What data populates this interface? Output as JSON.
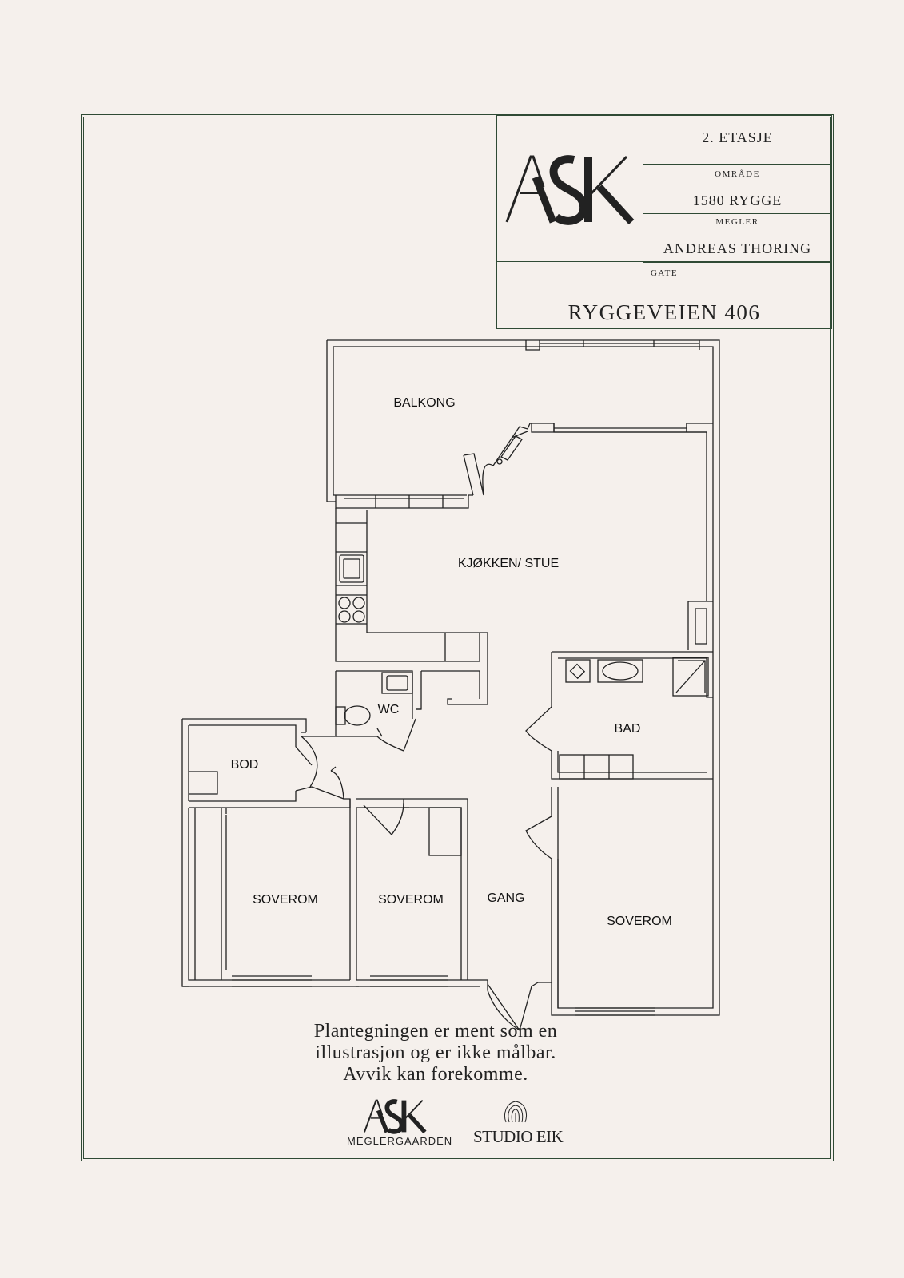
{
  "title_block": {
    "floor": "2. ETASJE",
    "area_label": "OMRÅDE",
    "area_value": "1580 RYGGE",
    "broker_label": "MEGLER",
    "broker_value": "ANDREAS THORING",
    "street_label": "GATE",
    "street_value": "RYGGEVEIEN 406",
    "logo_text": "ASK"
  },
  "rooms": {
    "balcony": "BALKONG",
    "kitchen_living": "KJØKKEN/ STUE",
    "wc": "WC",
    "bath": "BAD",
    "storage": "BOD",
    "bedroom_1": "SOVEROM",
    "bedroom_2": "SOVEROM",
    "hallway": "GANG",
    "bedroom_3": "SOVEROM"
  },
  "disclaimer": {
    "line1": "Plantegningen er ment som en",
    "line2": "illustrasjon og er ikke målbar.",
    "line3": "Avvik kan forekomme."
  },
  "footer": {
    "ask_logo": "ASK",
    "ask_sub": "MEGLERGAARDEN",
    "studio": "STUDIO EIK"
  },
  "colors": {
    "background": "#f5f0ec",
    "frame": "#2f4a35",
    "ink": "#222222"
  }
}
